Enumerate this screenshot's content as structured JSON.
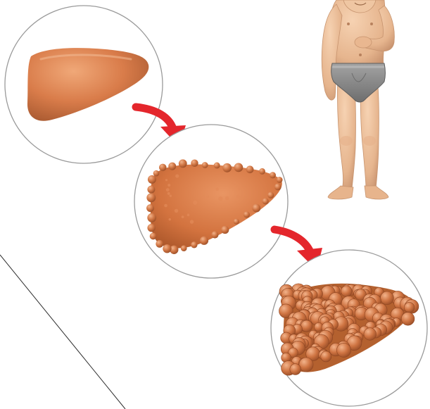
{
  "figure": {
    "background_color": "#ffffff",
    "circle_border_color": "#9a9a9a",
    "arrow_color": "#e4262c",
    "line_color": "#2b2b2b",
    "liver_colors": {
      "base": "#d97c4a",
      "light": "#eca072",
      "shadow": "#a95a31",
      "nodule": "#c86f3d",
      "nodule_highlight": "#f0b58c"
    },
    "stages": [
      {
        "stage": "healthy-liver",
        "texture": "smooth"
      },
      {
        "stage": "fatty-liver",
        "texture": "small-nodules"
      },
      {
        "stage": "cirrhotic-liver",
        "texture": "large-nodules"
      }
    ],
    "person": {
      "clothing": "grey-underwear",
      "skin_color": "#ecc19c",
      "underwear_color": "#8f8f8f"
    }
  }
}
